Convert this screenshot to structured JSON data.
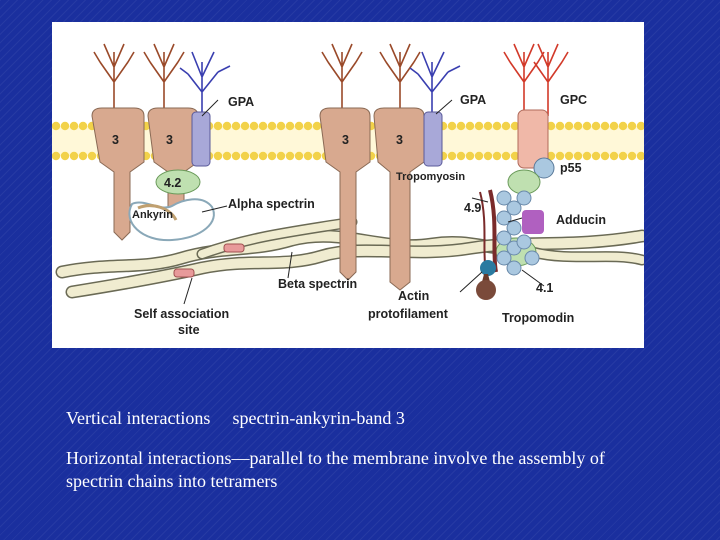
{
  "figure": {
    "labels": {
      "gpa_left": "GPA",
      "gpa_right": "GPA",
      "gpc": "GPC",
      "band3_a": "3",
      "band3_b": "3",
      "band3_c": "3",
      "band3_d": "3",
      "band42": "4.2",
      "ankyrin": "Ankyrin",
      "alpha_spectrin": "Alpha spectrin",
      "beta_spectrin": "Beta spectrin",
      "self_assoc_1": "Self association",
      "self_assoc_2": "site",
      "tropomyosin": "Tropomyosin",
      "p55": "p55",
      "band49": "4.9",
      "adducin": "Adducin",
      "band41": "4.1",
      "actin_1": "Actin",
      "actin_2": "protofilament",
      "tropomodin": "Tropomodin"
    },
    "colors": {
      "membrane_head": "#f2d24a",
      "protein": "#d8a98f",
      "gp_blue": "#3a3fb0",
      "gp_red": "#d23a2a",
      "gp_brown": "#9a4a2a",
      "spectrin": "#f0ecd0",
      "adducin": "#b060c0",
      "actin": "#aac8e0",
      "green": "#bfe0b0"
    }
  },
  "captions": {
    "line1_a": "Vertical interactions",
    "line1_b": "spectrin-ankyrin-band 3",
    "line2": "Horizontal interactions—parallel to the membrane involve the assembly of  spectrin chains into tetramers"
  }
}
